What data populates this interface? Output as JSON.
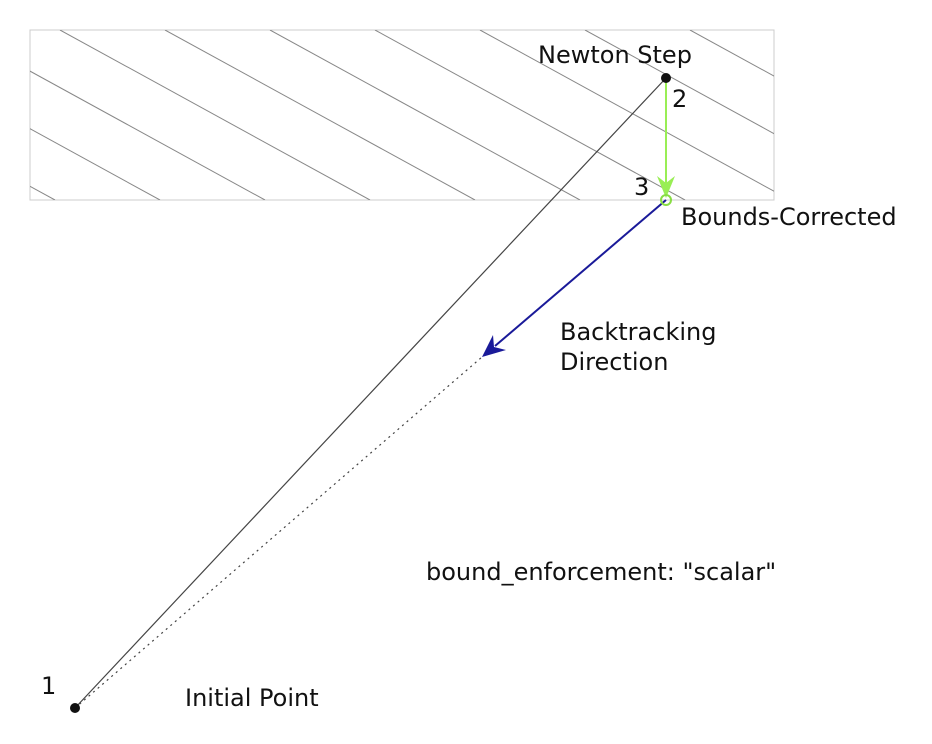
{
  "labels": {
    "newton_step": "Newton Step",
    "bounds_corrected": "Bounds-Corrected",
    "backtracking_line1": "Backtracking",
    "backtracking_line2": "Direction",
    "mode": "bound_enforcement: \"scalar\"",
    "initial_point": "Initial Point",
    "point_1": "1",
    "point_2": "2",
    "point_3": "3"
  },
  "colors": {
    "hatch": "#888888",
    "region_border": "#cccccc",
    "step_line": "#444444",
    "correction_arrow": "#99ee55",
    "backtrack_arrow": "#1a1a99",
    "point": "#111111",
    "corrected_point": "#88dd44"
  }
}
